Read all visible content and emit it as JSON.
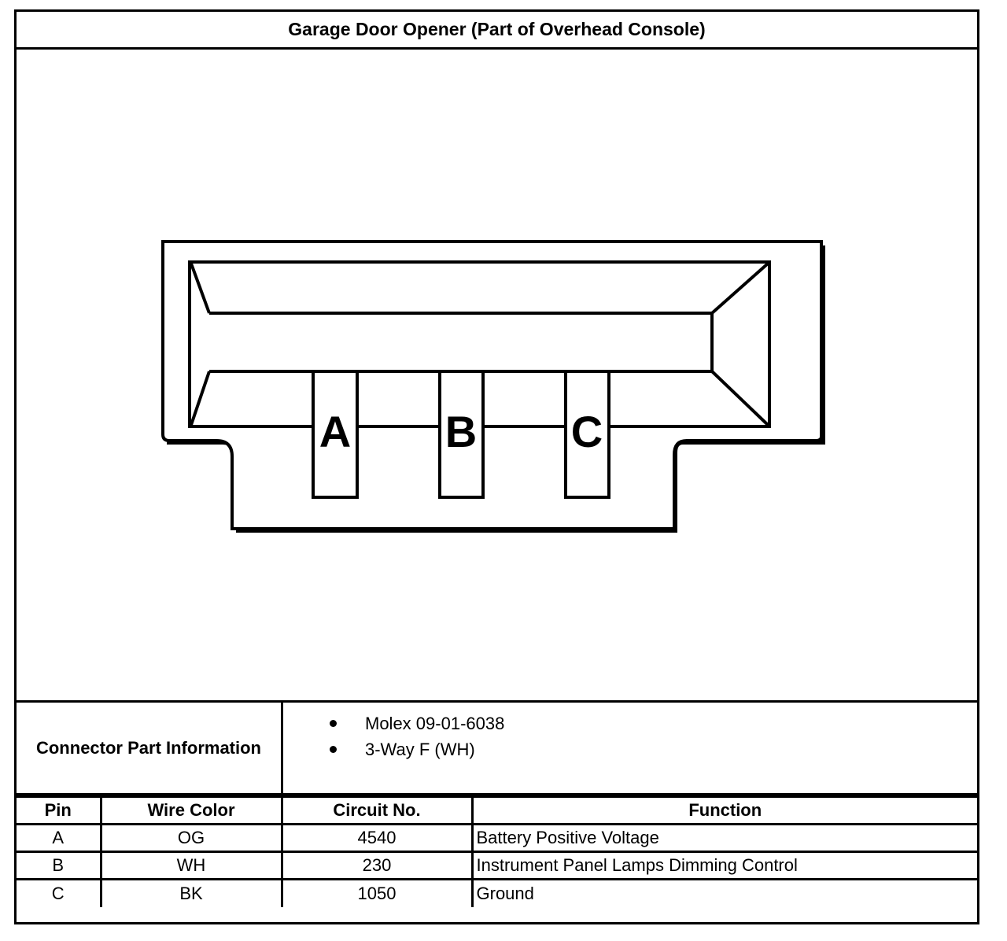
{
  "title": "Garage Door Opener (Part of Overhead Console)",
  "connector": {
    "pin_labels": [
      "A",
      "B",
      "C"
    ]
  },
  "info": {
    "label": "Connector Part Information",
    "items": [
      "Molex 09-01-6038",
      "3-Way F (WH)"
    ]
  },
  "table": {
    "headers": {
      "pin": "Pin",
      "wire_color": "Wire Color",
      "circuit": "Circuit No.",
      "function": "Function"
    },
    "rows": [
      {
        "pin": "A",
        "wire_color": "OG",
        "circuit": "4540",
        "function": "Battery Positive Voltage"
      },
      {
        "pin": "B",
        "wire_color": "WH",
        "circuit": "230",
        "function": "Instrument Panel Lamps Dimming Control"
      },
      {
        "pin": "C",
        "wire_color": "BK",
        "circuit": "1050",
        "function": "Ground"
      }
    ]
  }
}
